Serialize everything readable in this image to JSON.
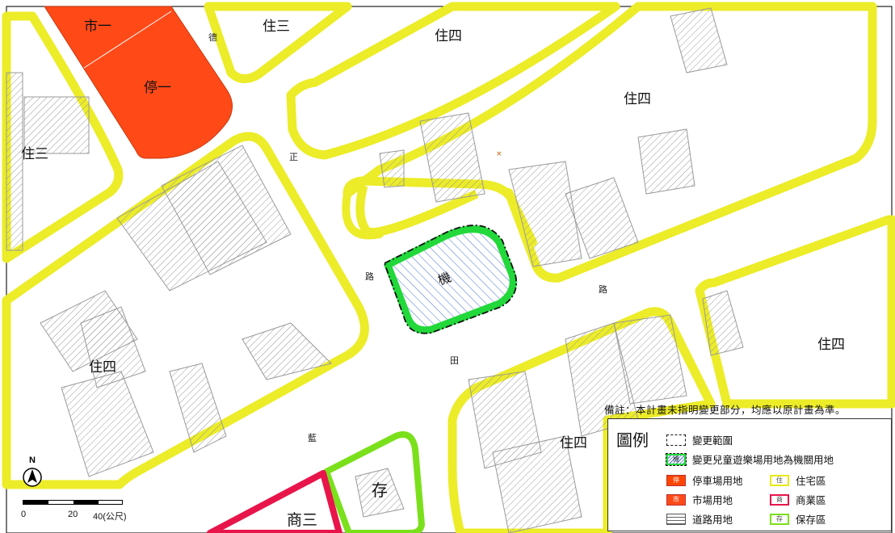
{
  "zones": {
    "market_1": "市一",
    "parking_1": "停一",
    "res3_top": "住三",
    "res3_left": "住三",
    "res4_top": "住四",
    "res4_upper_right": "住四",
    "res4_right": "住四",
    "res4_left": "住四",
    "res4_bottom": "住四",
    "preserve": "存",
    "commercial_3": "商三",
    "government": "機"
  },
  "roads": {
    "de": "德",
    "zheng": "正",
    "lu_left": "路",
    "lu_right": "路",
    "tian": "田",
    "lan": "藍"
  },
  "marker": "×",
  "note": "備註：本計畫未指明變更部分，均應以原計畫為準。",
  "legend": {
    "title": "圖例",
    "items": [
      {
        "key": "change",
        "label": "變更範圍",
        "swatch_text": ""
      },
      {
        "key": "gov",
        "label": "變更兒童遊樂場用地為機關用地",
        "swatch_text": "機"
      },
      {
        "key": "park",
        "label": "停車場用地",
        "swatch_text": "停"
      },
      {
        "key": "res",
        "label": "住宅區",
        "swatch_text": "住"
      },
      {
        "key": "market",
        "label": "市場用地",
        "swatch_text": "市"
      },
      {
        "key": "com",
        "label": "商業區",
        "swatch_text": "商"
      },
      {
        "key": "road",
        "label": "道路用地",
        "swatch_text": ""
      },
      {
        "key": "pres",
        "label": "保存區",
        "swatch_text": "存"
      }
    ]
  },
  "north_arrow": {
    "label": "N"
  },
  "scale_bar": {
    "ticks": [
      "0",
      "20",
      "40(公尺)"
    ]
  },
  "colors": {
    "road_edge": "#f0f000",
    "residential_outline": "#ecec28",
    "market_parking": "#ff4a18",
    "commercial": "#e8154b",
    "preservation": "#7be01c",
    "government_outline": "#22d83a",
    "government_hatch": "#4a6fd6",
    "building_hatch": "#9a9a9a"
  }
}
